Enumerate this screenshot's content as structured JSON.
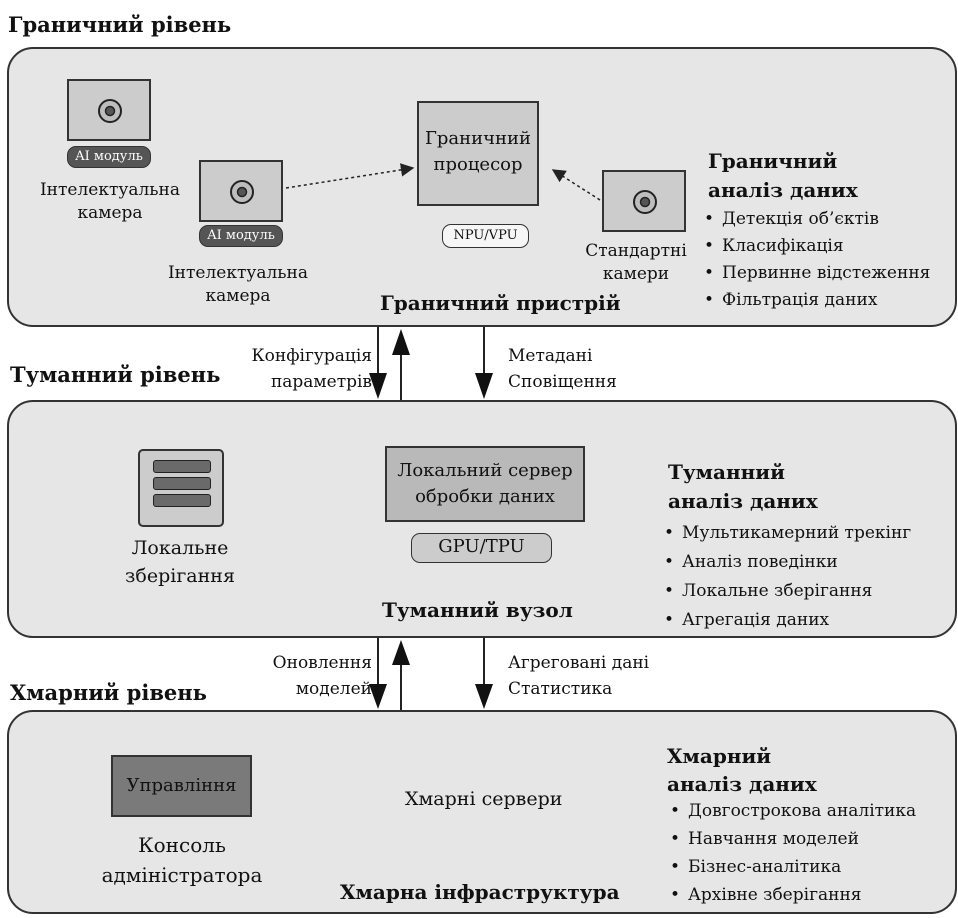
{
  "edge": {
    "layer_title": "Граничний рівень",
    "device_label": "Граничний пристрій",
    "camera1": {
      "ai_label": "AI модуль",
      "caption": [
        "Інтелектуальна",
        "камера"
      ]
    },
    "camera2": {
      "ai_label": "AI модуль",
      "caption": [
        "Інтелектуальна",
        "камера"
      ]
    },
    "processor": {
      "label": [
        "Граничний",
        "процесор"
      ],
      "chip": "NPU/VPU"
    },
    "std_camera": {
      "caption": [
        "Стандартні",
        "камери"
      ]
    },
    "analysis": {
      "title": [
        "Граничний",
        "аналіз даних"
      ],
      "items": [
        "Детекція об’єктів",
        "Класифікація",
        "Первинне відстеження",
        "Фільтрація даних"
      ]
    }
  },
  "link_edge_fog": {
    "left": [
      "Конфігурація",
      "параметрів"
    ],
    "right": [
      "Метадані",
      "Сповіщення"
    ]
  },
  "fog": {
    "layer_title": "Туманний рівень",
    "node_label": "Туманний вузол",
    "storage_caption": [
      "Локальне",
      "зберігання"
    ],
    "server": {
      "label": [
        "Локальний сервер",
        "обробки даних"
      ],
      "chip": "GPU/TPU"
    },
    "analysis": {
      "title": [
        "Туманний",
        "аналіз даних"
      ],
      "items": [
        "Мультикамерний трекінг",
        "Аналіз поведінки",
        "Локальне зберігання",
        "Агрегація даних"
      ]
    }
  },
  "link_fog_cloud": {
    "left": [
      "Оновлення",
      "моделей"
    ],
    "right": [
      "Агреговані дані",
      "Статистика"
    ]
  },
  "cloud": {
    "layer_title": "Хмарний рівень",
    "infra_label": "Хмарна інфраструктура",
    "console": {
      "box_label": "Управління",
      "caption": [
        "Консоль",
        "адміністратора"
      ]
    },
    "servers_label": "Хмарні сервери",
    "analysis": {
      "title": [
        "Хмарний",
        "аналіз даних"
      ],
      "items": [
        "Довгострокова аналітика",
        "Навчання моделей",
        "Бізнес-аналітика",
        "Архівне зберігання"
      ]
    }
  },
  "colors": {
    "panel_fill": "#e6e6e6",
    "device_fill": "#cccccc",
    "ai_module_fill": "#555555",
    "console_fill": "#7a7a7a"
  }
}
